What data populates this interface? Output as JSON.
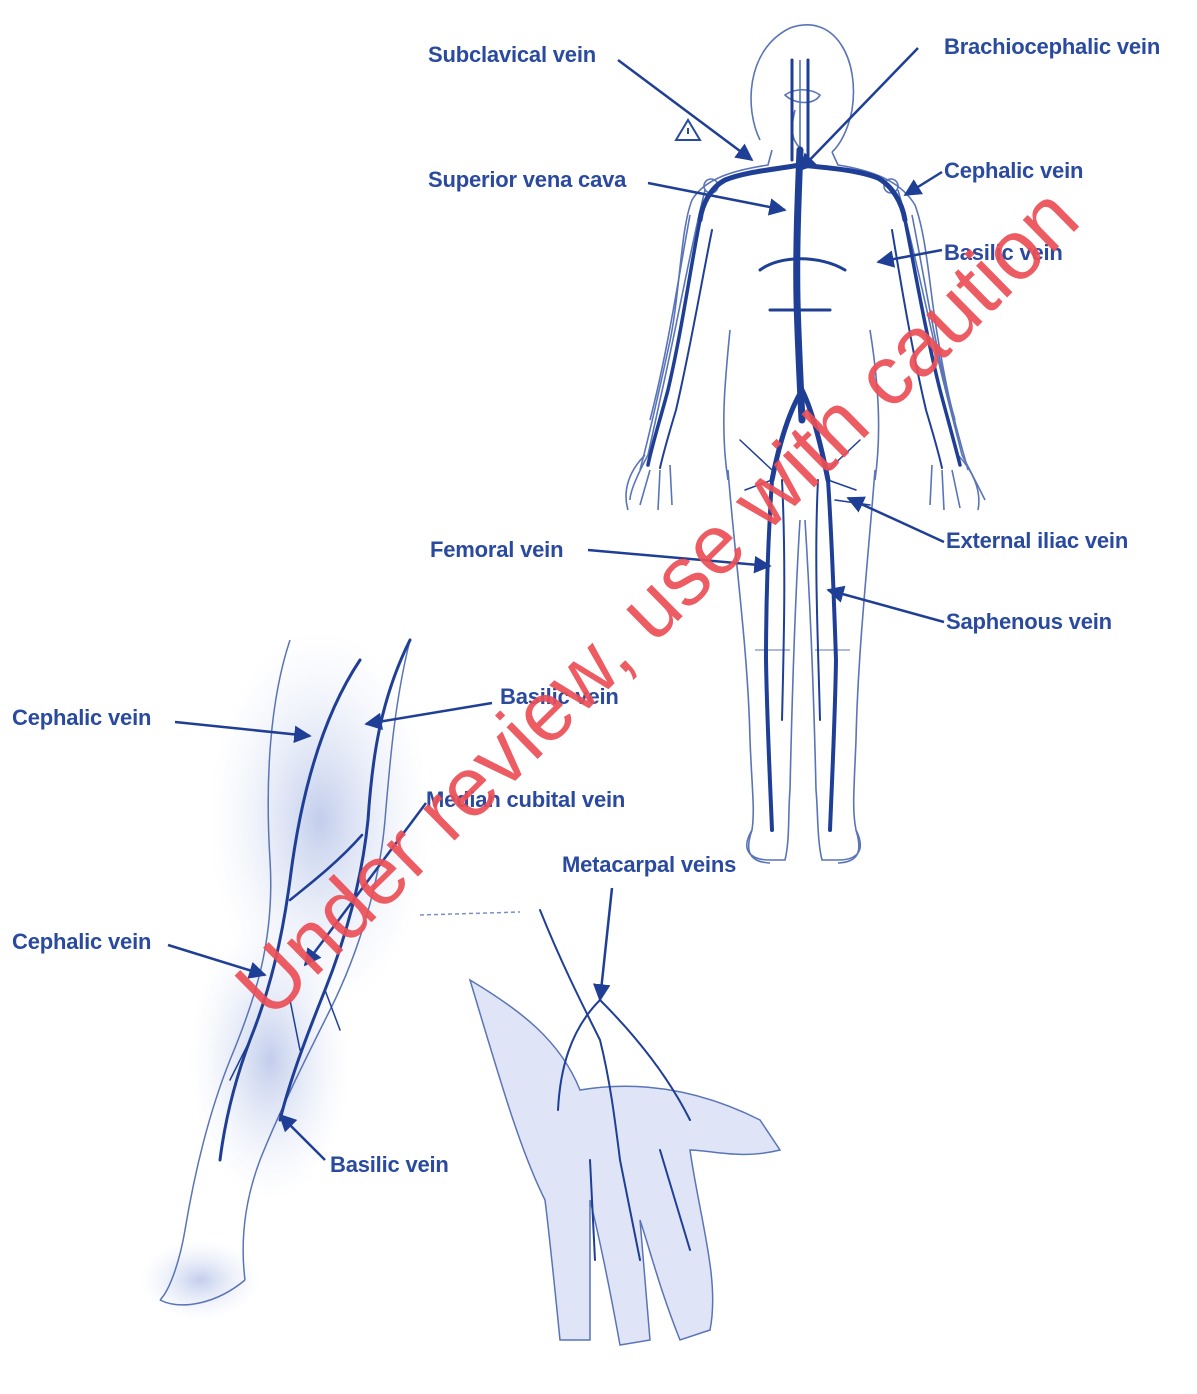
{
  "labels": {
    "subclavical": "Subclavical vein",
    "brachiocephalic": "Brachiocephalic vein",
    "superior_vena_cava": "Superior vena cava",
    "cephalic_upper_right": "Cephalic vein",
    "basilic_upper_right": "Basilic vein",
    "femoral": "Femoral vein",
    "external_iliac": "External iliac vein",
    "saphenous": "Saphenous vein",
    "cephalic_arm_top": "Cephalic vein",
    "basilic_arm_top": "Basilic vein",
    "median_cubital": "Median cubital vein",
    "metacarpal": "Metacarpal veins",
    "cephalic_arm_lower": "Cephalic vein",
    "basilic_arm_lower": "Basilic vein"
  },
  "watermark": "Under review, use with caution",
  "colors": {
    "ink": "#2a4aa0",
    "vein": "#1f3f96",
    "outline": "#5a74b8",
    "shade": "#c9d3ee",
    "watermark": "#ec4e56"
  }
}
